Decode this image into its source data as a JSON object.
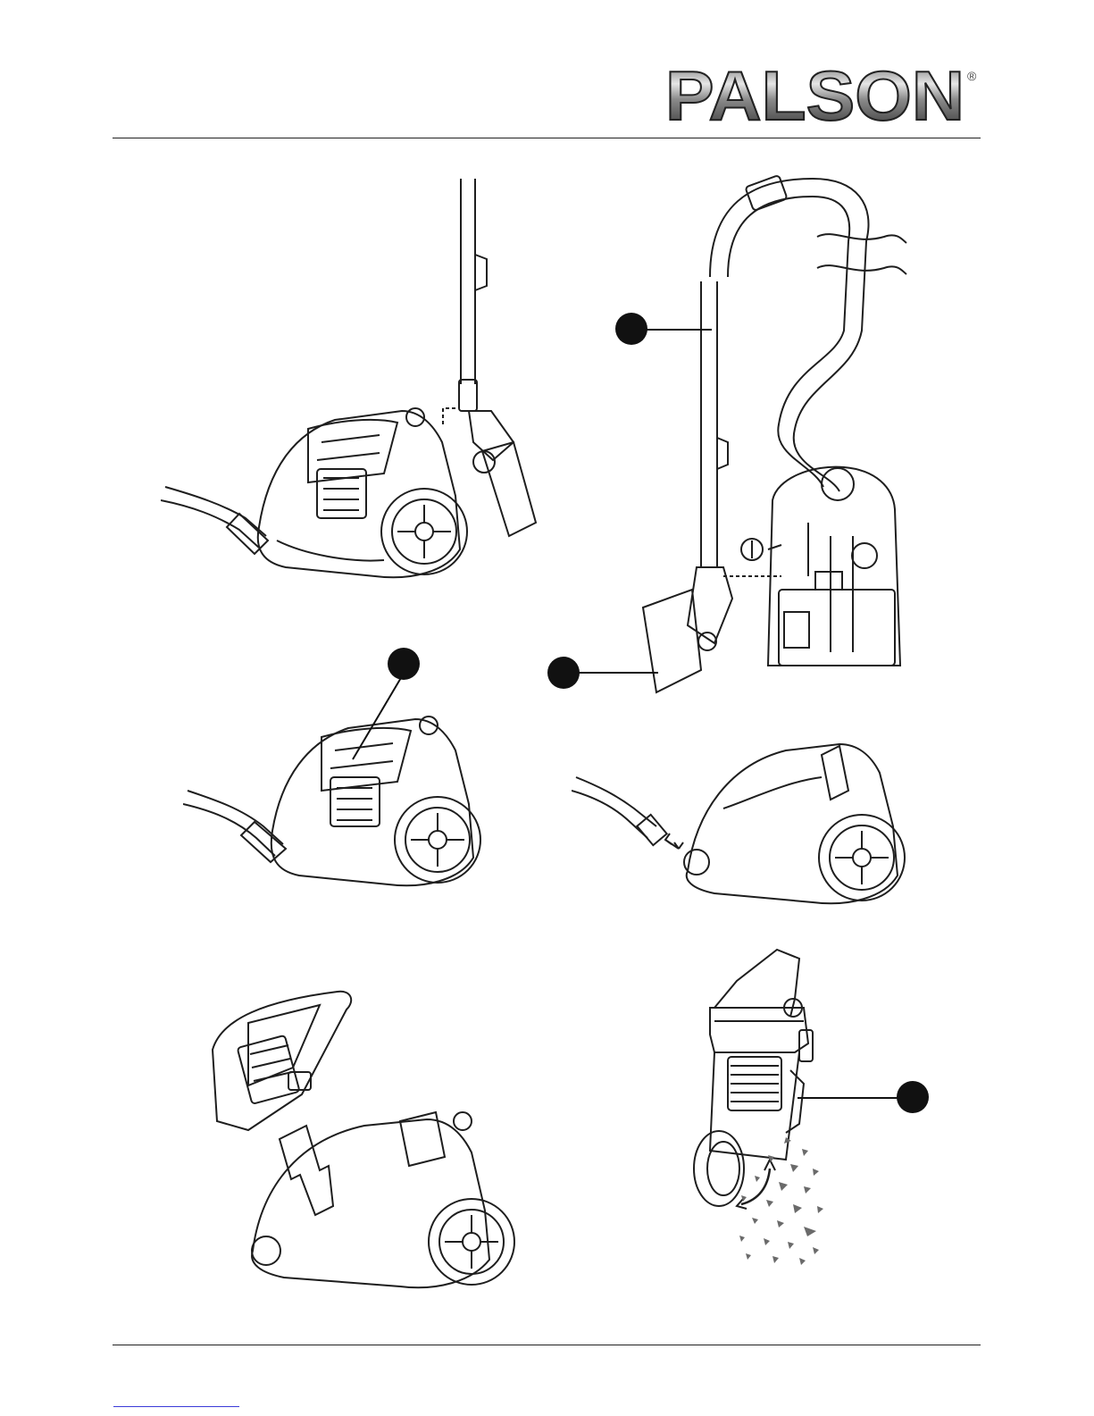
{
  "header": {
    "brand": "PALSON",
    "registered_mark": "®"
  },
  "illustrations": {
    "figure_1": {
      "name": "vacuum-with-tube-and-nozzle"
    },
    "figure_2": {
      "name": "vacuum-back-view-parking-tube",
      "callouts": [
        "",
        ""
      ]
    },
    "figure_3": {
      "name": "vacuum-dust-container-handle",
      "callouts": [
        ""
      ]
    },
    "figure_4": {
      "name": "vacuum-hose-connection"
    },
    "figure_5": {
      "name": "remove-dust-container"
    },
    "figure_6": {
      "name": "empty-dust-container",
      "callouts": [
        ""
      ]
    }
  },
  "colors": {
    "line": "#1e1e1e",
    "body_fill": "#ffffff",
    "logo_dark": "#3a3a3a",
    "logo_light": "#d8d8d8",
    "callout": "#111111",
    "debris": "#6a6a6a"
  }
}
